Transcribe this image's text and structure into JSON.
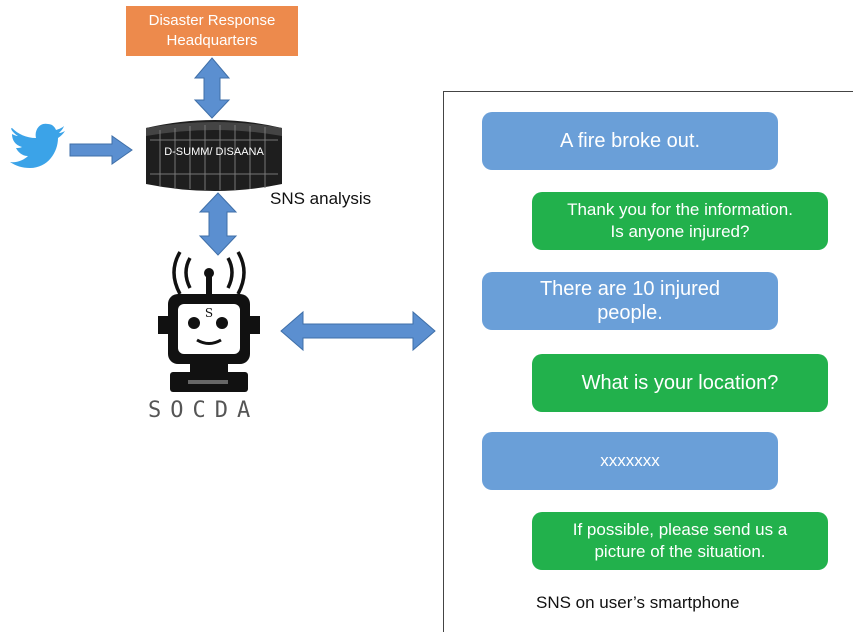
{
  "headquarters": {
    "line1": "Disaster Response",
    "line2": "Headquarters"
  },
  "server": {
    "label": "D-SUMM/ DISAANA"
  },
  "sns_analysis": "SNS analysis",
  "robot": {
    "name": "SOCDA"
  },
  "phone": {
    "caption": "SNS on user’s smartphone",
    "messages": [
      {
        "sender": "user",
        "line1": "A fire broke out.",
        "line2": ""
      },
      {
        "sender": "bot",
        "line1": "Thank you for the information.",
        "line2": "Is anyone injured?"
      },
      {
        "sender": "user",
        "line1": "There are 10 injured",
        "line2": "people."
      },
      {
        "sender": "bot",
        "line1": "What is your location?",
        "line2": ""
      },
      {
        "sender": "user",
        "line1": "xxxxxxx",
        "line2": ""
      },
      {
        "sender": "bot",
        "line1": "If possible, please send us a",
        "line2": "picture of the situation."
      }
    ]
  },
  "colors": {
    "headquarters": "#ed8a4c",
    "arrow": "#5b8fd0",
    "user_bubble": "#6a9fd8",
    "bot_bubble": "#22b14c",
    "twitter": "#3ba3e8"
  },
  "icons": [
    "twitter-bird-icon",
    "server-icon",
    "robot-icon",
    "user-icon",
    "bot-icon"
  ]
}
